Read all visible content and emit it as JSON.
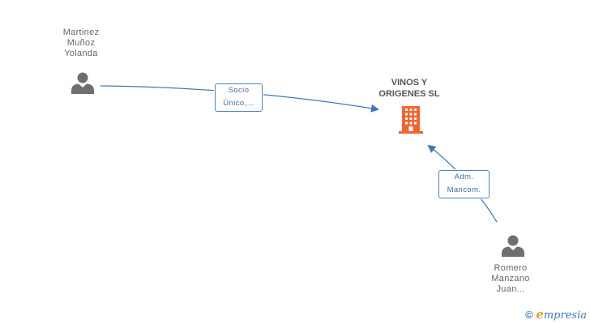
{
  "company": {
    "name_line1": "VINOS Y",
    "name_line2": "ORIGENES SL",
    "icon": "building-icon",
    "color": "#f26531"
  },
  "persons": [
    {
      "id": "martinez",
      "lines": [
        "Martinez",
        "Muñoz",
        "Yolanda"
      ],
      "icon": "person-icon"
    },
    {
      "id": "romero",
      "lines": [
        "Romero",
        "Manzano",
        "Juan..."
      ],
      "icon": "person-icon"
    }
  ],
  "relations": [
    {
      "from": "martinez",
      "to": "company",
      "lines": [
        "Socio",
        "Único,..."
      ]
    },
    {
      "from": "romero",
      "to": "company",
      "lines": [
        "Adm.",
        "Mancom."
      ]
    }
  ],
  "colors": {
    "edge": "#3a78c2",
    "person": "#6f6f6f",
    "label_border": "#4a86c8"
  },
  "brand": {
    "symbol": "©",
    "initial": "e",
    "rest": "mpresia"
  }
}
